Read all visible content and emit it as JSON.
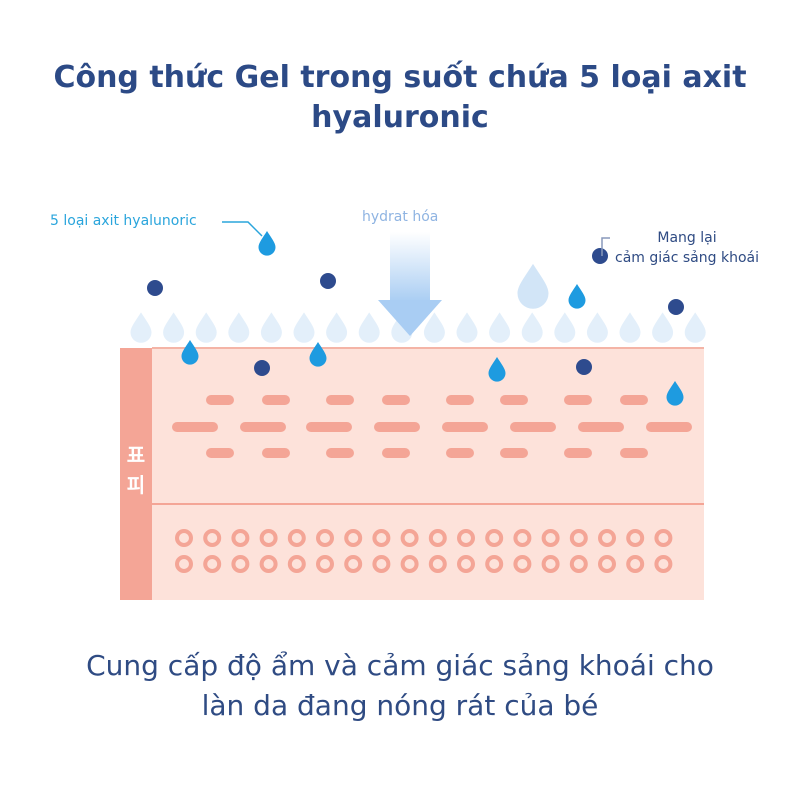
{
  "title": {
    "line1": "Công thức Gel trong suốt chứa 5 loại axit",
    "line2": "hyaluronic"
  },
  "labels": {
    "hyaluronic": "5 loại axit hyalunoric",
    "hydration": "hydrat hóa",
    "refresh_line1": "Mang lại",
    "refresh_line2": "cảm giác sảng khoái"
  },
  "layer_label": {
    "char1": "표",
    "char2": "피"
  },
  "caption": {
    "line1": "Cung cấp độ ẩm và cảm giác sảng khoái cho",
    "line2": "làn da đang nóng rát của bé"
  },
  "colors": {
    "title": "#2c4a86",
    "skin": "#fde2da",
    "skin_edge": "#f4a596",
    "cell": "#f4a596",
    "drop_blue": "#1e9be0",
    "dot_navy": "#2e4b8e",
    "drop_pale": "#e3effa",
    "arrow": "#a9cdf3"
  },
  "icons": [
    "water-drop-icon",
    "pale-drop-icon",
    "molecule-dot-icon",
    "down-arrow-icon"
  ]
}
